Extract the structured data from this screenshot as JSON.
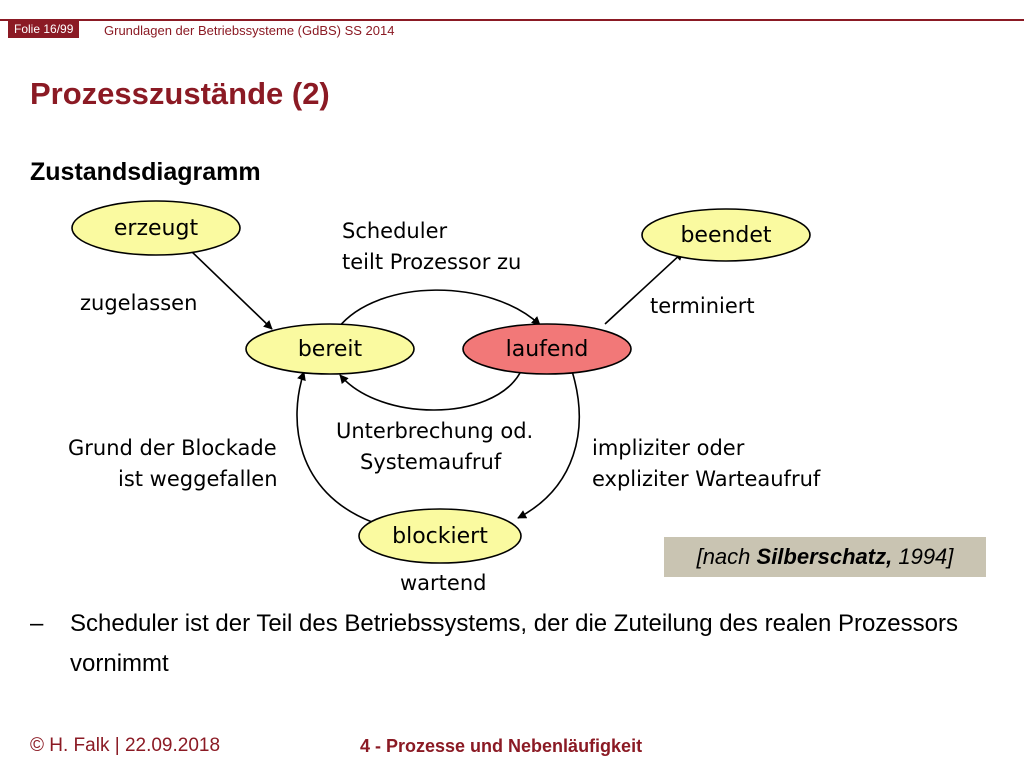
{
  "header": {
    "slide_badge": "Folie 16/99",
    "course": "Grundlagen der Betriebssysteme (GdBS) SS 2014"
  },
  "title": "Prozesszustände (2)",
  "subheading": "Zustandsdiagramm",
  "diagram": {
    "states": {
      "erzeugt": "erzeugt",
      "bereit": "bereit",
      "laufend": "laufend",
      "beendet": "beendet",
      "blockiert": "blockiert"
    },
    "labels": {
      "zugelassen": "zugelassen",
      "scheduler_1": "Scheduler",
      "scheduler_2": "teilt Prozessor zu",
      "terminiert": "terminiert",
      "unterbrechung_1": "Unterbrechung od.",
      "unterbrechung_2": "Systemaufruf",
      "grund_1": "Grund der Blockade",
      "grund_2": "ist weggefallen",
      "impliziter_1": "impliziter oder",
      "impliziter_2": "expliziter Warteaufruf",
      "wartend": "wartend"
    },
    "colors": {
      "state_fill": "#fafaa0",
      "running_fill": "#f27878",
      "stroke": "#000000"
    }
  },
  "citation": {
    "prefix": "[nach ",
    "author": "Silberschatz,",
    "suffix": " 1994]"
  },
  "bullet": {
    "dash": "–",
    "text": "Scheduler ist der Teil des Betriebssystems, der die Zuteilung des realen Prozessors vornimmt"
  },
  "footer": {
    "author_date": "© H. Falk | 22.09.2018",
    "chapter": "4 - Prozesse und Nebenläufigkeit"
  },
  "theme": {
    "accent": "#8b1a24",
    "citation_bg": "#c9c4b2"
  }
}
